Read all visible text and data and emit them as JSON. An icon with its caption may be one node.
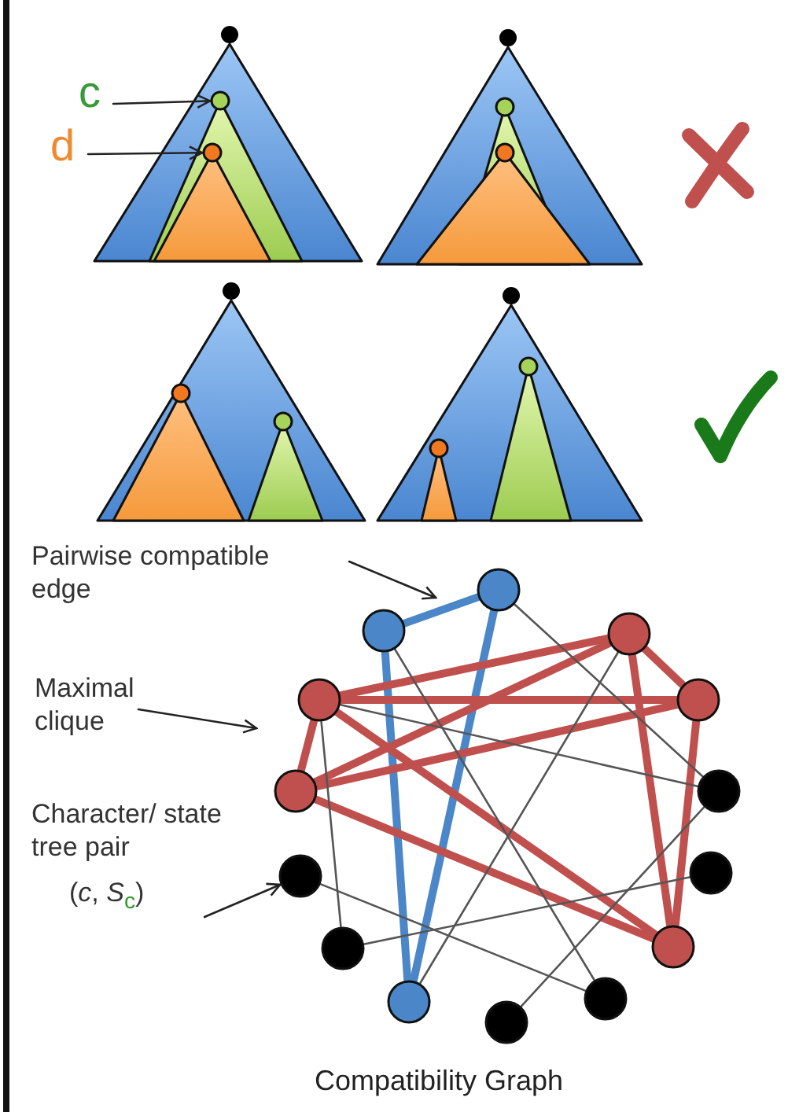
{
  "diagram": {
    "caption": "Compatibility Graph",
    "nodes": [
      {
        "text": [
          "c"
        ]
      },
      {
        "text": [
          "d"
        ]
      },
      {
        "text": [],
        "shape": "circle"
      },
      {
        "text": [],
        "shape": "circle"
      },
      {
        "text": [
          "Pairwise compatible edge"
        ]
      },
      {
        "text": [
          "Maximal clique"
        ]
      },
      {
        "text": [
          "Character/ state tree pair",
          "(*c*, *S*$_{c}$)"
        ]
      },
      {
        "text": [],
        "shape": "circle"
      },
      {
        "text": [],
        "shape": "circle"
      },
      {
        "text": [],
        "shape": "circle"
      },
      {
        "text": [],
        "shape": "circle"
      },
      {
        "text": [],
        "shape": "circle"
      },
      {
        "text": [],
        "shape": "circle"
      },
      {
        "text": [],
        "shape": "circle"
      },
      {
        "text": [],
        "shape": "circle"
      },
      {
        "text": [],
        "shape": "circle"
      },
      {
        "text": [],
        "shape": "circle"
      },
      {
        "text": [],
        "shape": "circle"
      },
      {
        "text": [],
        "shape": "circle"
      },
      {
        "text": [],
        "shape": "circle"
      },
      {
        "text": [],
        "shape": "circle"
      }
    ],
    "edges": [
      {
        "from": 0,
        "to": 2,
        "arrow": "to",
        "color": "#222222"
      },
      {
        "from": 1,
        "to": 3,
        "arrow": "to",
        "color": "#222222"
      },
      {
        "from": 4,
        "to": null,
        "arrow": "to",
        "color": "#222222"
      },
      {
        "from": 5,
        "to": null,
        "arrow": "to",
        "color": "#222222"
      },
      {
        "from": 6,
        "to": 15,
        "arrow": "to",
        "color": "#222222"
      },
      {
        "from": 8,
        "to": 7,
        "arrow": "none",
        "style": "thick",
        "color": "#4a86c8"
      },
      {
        "from": 8,
        "to": 19,
        "arrow": "none",
        "style": "thick",
        "color": "#4a86c8"
      },
      {
        "from": 7,
        "to": 19,
        "arrow": "none",
        "style": "thick",
        "color": "#4a86c8"
      },
      {
        "from": 10,
        "to": 9,
        "arrow": "none",
        "style": "thick",
        "color": "#c0504d"
      },
      {
        "from": 10,
        "to": 11,
        "arrow": "none",
        "style": "thick",
        "color": "#c0504d"
      },
      {
        "from": 10,
        "to": 16,
        "arrow": "none",
        "style": "thick",
        "color": "#c0504d"
      },
      {
        "from": 10,
        "to": 12,
        "arrow": "none",
        "style": "thick",
        "color": "#c0504d"
      },
      {
        "from": 12,
        "to": 9,
        "arrow": "none",
        "style": "thick",
        "color": "#c0504d"
      },
      {
        "from": 12,
        "to": 11,
        "arrow": "none",
        "style": "thick",
        "color": "#c0504d"
      },
      {
        "from": 12,
        "to": 16,
        "arrow": "none",
        "style": "thick",
        "color": "#c0504d"
      },
      {
        "from": 9,
        "to": 11,
        "arrow": "none",
        "style": "thick",
        "color": "#c0504d"
      },
      {
        "from": 9,
        "to": 16,
        "arrow": "none",
        "style": "thick",
        "color": "#c0504d"
      },
      {
        "from": 11,
        "to": 16,
        "arrow": "none",
        "style": "thick",
        "color": "#c0504d"
      },
      {
        "from": 7,
        "to": 13,
        "arrow": "none",
        "color": "#555555"
      },
      {
        "from": 8,
        "to": 18,
        "arrow": "none",
        "color": "#555555"
      },
      {
        "from": 9,
        "to": 19,
        "arrow": "none",
        "color": "#555555"
      },
      {
        "from": 20,
        "to": 13,
        "arrow": "none",
        "color": "#555555"
      },
      {
        "from": 10,
        "to": 13,
        "arrow": "none",
        "color": "#555555"
      },
      {
        "from": 10,
        "to": 17,
        "arrow": "none",
        "color": "#555555"
      },
      {
        "from": 15,
        "to": 18,
        "arrow": "none",
        "color": "#555555"
      },
      {
        "from": 17,
        "to": 14,
        "arrow": "none",
        "color": "#555555"
      }
    ]
  }
}
